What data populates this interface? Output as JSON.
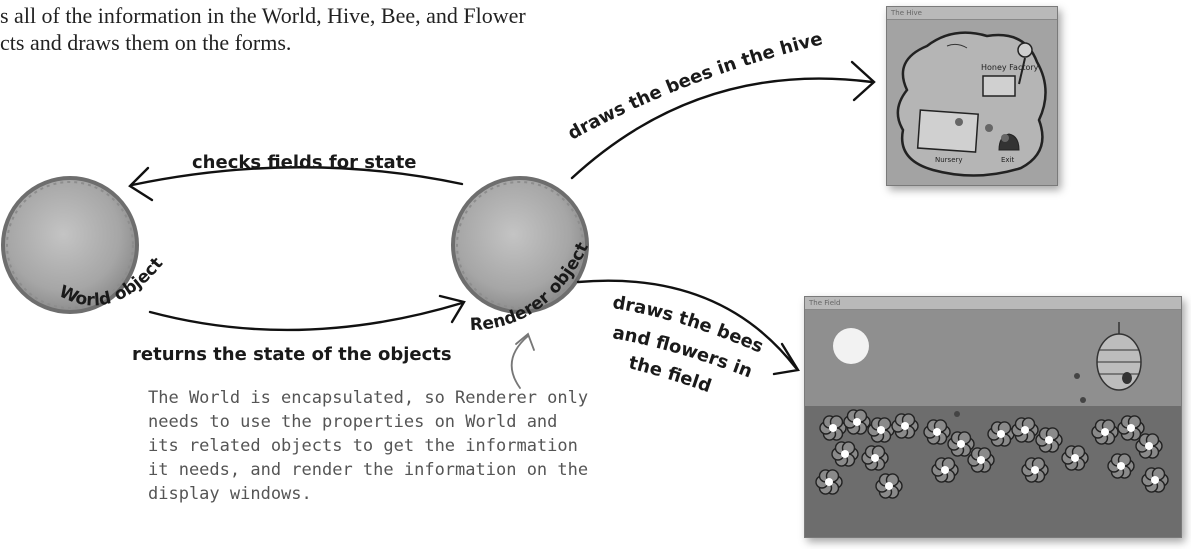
{
  "intro": {
    "line1": "s all of the information in the World, Hive, Bee, and Flower",
    "line2": "cts and draws them on the forms."
  },
  "objects": {
    "world": "World object",
    "renderer": "Renderer object"
  },
  "arrows": {
    "checks_fields": "checks fields for state",
    "returns_state": "returns the state of the objects",
    "draws_hive": "draws the bees in the hive",
    "draws_field_1": "draws the bees",
    "draws_field_2": "and flowers in",
    "draws_field_3": "the field"
  },
  "note": {
    "line1": "The World is encapsulated, so Renderer only",
    "line2": "needs to use the properties on World and",
    "line3": "its related objects to get the information",
    "line4": "it needs, and render the information on the",
    "line5": "display windows."
  },
  "hive_window": {
    "title": "The Hive",
    "honey_factory": "Honey Factory",
    "nursery": "Nursery",
    "exit": "Exit"
  },
  "field_window": {
    "title": "The Field"
  },
  "colors": {
    "circle_fill": "#a9a9a9",
    "circle_edge": "#6e6e6e",
    "arrow": "#111111",
    "field_sky": "#8f8f8f",
    "field_ground": "#6d6d6d"
  }
}
